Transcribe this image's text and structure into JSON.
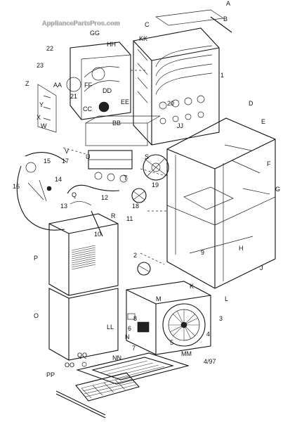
{
  "watermark": "AppliancePartsPros.com",
  "date_code": "4/97",
  "callouts": [
    "A",
    "B",
    "C",
    "GG",
    "HH",
    "KK",
    "22",
    "1",
    "23",
    "Z",
    "AA",
    "FF",
    "21",
    "Y",
    "X",
    "W",
    "DD",
    "CC",
    "EE",
    "BB",
    "20",
    "D",
    "JJ",
    "E",
    "V",
    "15",
    "17",
    "U",
    "S",
    "F",
    "G",
    "14",
    "16",
    "T",
    "Q",
    "12",
    "R",
    "19",
    "13",
    "18",
    "11",
    "10",
    "P",
    "2",
    "9",
    "H",
    "J",
    "K",
    "L",
    "M",
    "3",
    "4",
    "O",
    "8",
    "LL",
    "6",
    "N",
    "7",
    "5",
    "QQ",
    "MM",
    "NN",
    "OO",
    "PP"
  ]
}
